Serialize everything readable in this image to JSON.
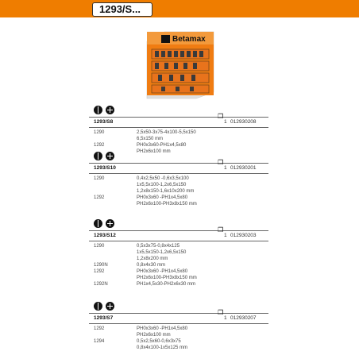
{
  "header": {
    "code": "1293/S...",
    "bar_color": "#ef7d00"
  },
  "brand": {
    "logo_text": "Betamax"
  },
  "icons": {
    "slotted": "slotted-screwdriver-icon",
    "phillips": "phillips-screwdriver-icon",
    "box": "package-box-icon"
  },
  "sections": [
    {
      "code": "1293/S8",
      "qty": "1",
      "ean": "012930208",
      "rows": [
        {
          "ref": "1290",
          "lines": [
            "2,5x50-3x75-4x100-5,5x150",
            "6,5x150 mm"
          ]
        },
        {
          "ref": "1292",
          "lines": [
            "PH0x3x60-PH1x4,5x80",
            "PH2x6x100 mm"
          ]
        }
      ]
    },
    {
      "code": "1293/S10",
      "qty": "1",
      "ean": "012930201",
      "rows": [
        {
          "ref": "1290",
          "lines": [
            "0,4x2,5x50 -0,6x3,5x100",
            "1x5,5x100-1,2x6,5x150",
            "1,2x8x150-1,6x10x200 mm"
          ]
        },
        {
          "ref": "1292",
          "lines": [
            "PH0x3x60 -PH1x4,5x80",
            "PH2x6x100-PH3x8x150 mm"
          ]
        }
      ]
    },
    {
      "code": "1293/S12",
      "qty": "1",
      "ean": "012930203",
      "rows": [
        {
          "ref": "1290",
          "lines": [
            "0,5x3x75-0,8x4x125",
            "1x5,5x150-1,2x6,5x150",
            "1,2x8x200 mm"
          ]
        },
        {
          "ref": "1290N",
          "lines": [
            "0,8x4x30 mm"
          ]
        },
        {
          "ref": "1292",
          "lines": [
            "PH0x3x60 -PH1x4,5x80",
            "PH2x6x100-PH3x8x150 mm"
          ]
        },
        {
          "ref": "1292N",
          "lines": [
            "PH1x4,5x30-PH2x6x30 mm"
          ]
        }
      ]
    },
    {
      "code": "1293/S7",
      "qty": "1",
      "ean": "012930207",
      "rows": [
        {
          "ref": "1292",
          "lines": [
            "PH0x3x60 -PH1x4,5x80",
            "PH2x6x100 mm"
          ]
        },
        {
          "ref": "1294",
          "lines": [
            "0,5x2,5x60-0,6x3x75",
            "0,8x4x100-1x5x125 mm"
          ]
        }
      ]
    }
  ]
}
